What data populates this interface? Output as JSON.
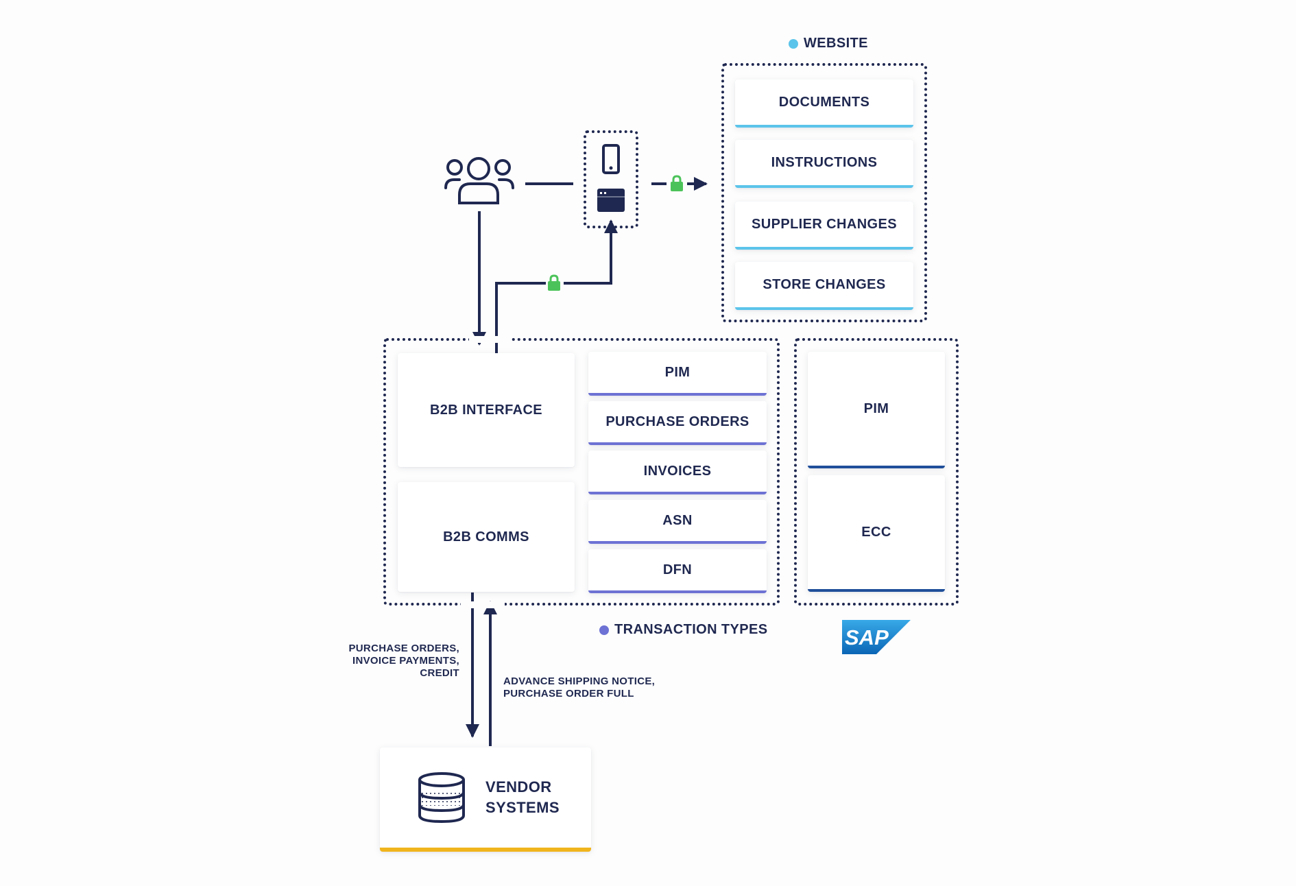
{
  "legends": {
    "website": "WEBSITE",
    "transaction_types": "TRANSACTION TYPES"
  },
  "website_items": [
    "DOCUMENTS",
    "INSTRUCTIONS",
    "SUPPLIER CHANGES",
    "STORE CHANGES"
  ],
  "b2b": {
    "interface": "B2B INTERFACE",
    "comms": "B2B COMMS"
  },
  "transaction_items": [
    "PIM",
    "PURCHASE ORDERS",
    "INVOICES",
    "ASN",
    "DFN"
  ],
  "sap": {
    "pim": "PIM",
    "ecc": "ECC",
    "logo_text": "SAP"
  },
  "flows": {
    "to_vendor": "PURCHASE ORDERS,\nINVOICE PAYMENTS,\nCREDIT",
    "from_vendor": "ADVANCE SHIPPING NOTICE,\nPURCHASE ORDER FULL"
  },
  "vendor": {
    "line1": "VENDOR",
    "line2": "SYSTEMS"
  },
  "icons": [
    "users-icon",
    "mobile-phone-icon",
    "browser-window-icon",
    "lock-icon",
    "database-icon",
    "sap-logo"
  ],
  "colors": {
    "navy": "#1f2850",
    "website_accent": "#5bc4ea",
    "transaction_accent": "#6d72d4",
    "sap_accent": "#1f4f9a",
    "vendor_accent": "#f0b41c",
    "lock": "#4cc35a"
  }
}
